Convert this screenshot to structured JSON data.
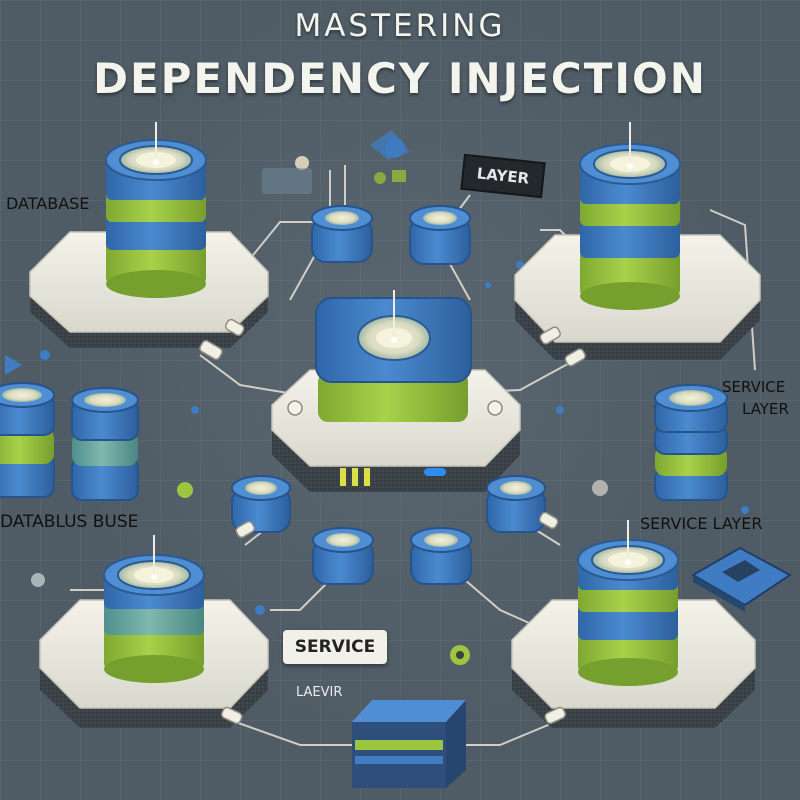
{
  "title": {
    "eyebrow": "MASTERING",
    "main": "DEPENDENCY INJECTION"
  },
  "labels": {
    "database_top_left": "DATABASE",
    "database_bottom_left": "DATABLUS BUSE",
    "service_layer_right_top_line1": "SERVICE",
    "service_layer_right_top_line2": "LAYER",
    "service_layer_right": "SERVICE LAYER",
    "layer_tag": "LAYER",
    "service_tag": "SERVICE",
    "layer_bottom": "LAEVIR"
  },
  "colors": {
    "background": "#4f5b65",
    "disk_blue": "#3f7cc4",
    "disk_green": "#9cc640",
    "platform": "#ecebe2",
    "line": "#e6e2d6"
  }
}
